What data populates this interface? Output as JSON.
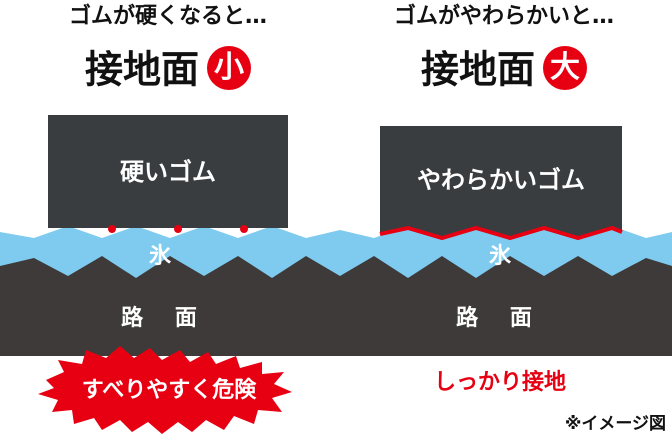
{
  "left": {
    "heading": "ゴムが硬くなると…",
    "contact_label": "接地面",
    "contact_badge": "小",
    "rubber_label": "硬いゴム",
    "ice_label": "氷",
    "road_label": "路 面",
    "result": "すべりやすく危険"
  },
  "right": {
    "heading": "ゴムがやわらかいと…",
    "contact_label": "接地面",
    "contact_badge": "大",
    "rubber_label": "やわらかいゴム",
    "ice_label": "氷",
    "road_label": "路 面",
    "result": "しっかり接地"
  },
  "note": "※イメージ図",
  "colors": {
    "ice": "#7ecbef",
    "road": "#3e3a39",
    "rubber": "#3a3d40",
    "accent": "#e60012"
  }
}
